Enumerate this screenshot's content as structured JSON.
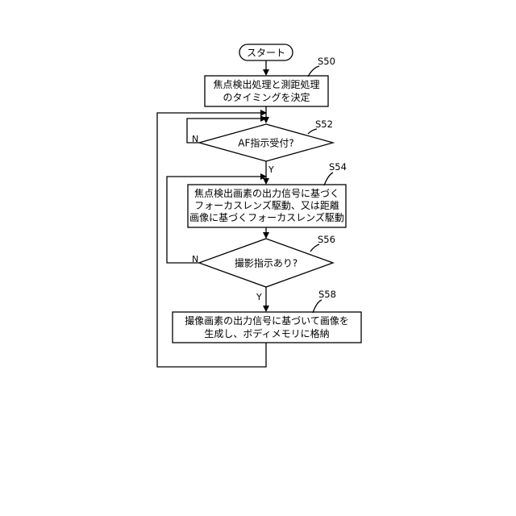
{
  "flowchart": {
    "start": {
      "label": "スタート"
    },
    "steps": [
      {
        "id": "S50",
        "lines": [
          "焦点検出処理と測距処理",
          "のタイミングを決定"
        ]
      },
      {
        "id": "S52",
        "question": "AF指示受付?",
        "yes": "Y",
        "no": "N"
      },
      {
        "id": "S54",
        "lines": [
          "焦点検出画素の出力信号に基づく",
          "フォーカスレンズ駆動、又は距離",
          "画像に基づくフォーカスレンズ駆動"
        ]
      },
      {
        "id": "S56",
        "question": "撮影指示あり?",
        "yes": "Y",
        "no": "N"
      },
      {
        "id": "S58",
        "lines": [
          "撮像画素の出力信号に基づいて画像を",
          "生成し、ボディメモリに格納"
        ]
      }
    ]
  }
}
